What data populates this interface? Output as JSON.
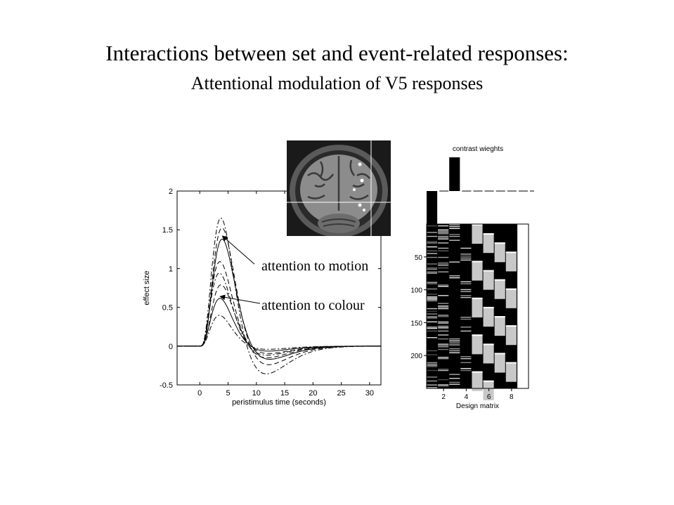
{
  "slide": {
    "title": "Interactions between set and event-related responses:",
    "subtitle": "Attentional modulation of V5 responses"
  },
  "annotations": {
    "motion": "attention to motion",
    "colour": "attention to colour"
  },
  "chart_data": [
    {
      "type": "line",
      "xlabel": "peristimulus time (seconds)",
      "ylabel": "effect size",
      "xlim": [
        -4,
        32
      ],
      "ylim": [
        -0.5,
        2
      ],
      "xticks": [
        0,
        5,
        10,
        15,
        20,
        25,
        30
      ],
      "yticks": [
        -0.5,
        0,
        0.5,
        1,
        1.5,
        2
      ],
      "ytick_labels": [
        "-0.5",
        "0",
        "0.5",
        "1",
        "1.5",
        "2"
      ],
      "grid": false,
      "series": [
        {
          "style": "dashdot",
          "peak_time": 3.8,
          "peak": 1.68,
          "undershoot": -0.42
        },
        {
          "style": "dashed",
          "peak_time": 4.0,
          "peak": 1.55,
          "undershoot": -0.3
        },
        {
          "style": "solid",
          "peak_time": 4.0,
          "peak": 1.4,
          "undershoot": -0.22
        },
        {
          "style": "dashed",
          "peak_time": 3.6,
          "peak": 1.1,
          "undershoot": -0.18
        },
        {
          "style": "dashdot",
          "peak_time": 3.5,
          "peak": 0.95,
          "undershoot": -0.14
        },
        {
          "style": "dashed",
          "peak_time": 3.8,
          "peak": 0.8,
          "undershoot": -0.12
        },
        {
          "style": "solid",
          "peak_time": 3.6,
          "peak": 0.62,
          "undershoot": -0.08
        },
        {
          "style": "dashdot",
          "peak_time": 3.5,
          "peak": 0.4,
          "undershoot": -0.05
        }
      ]
    },
    {
      "type": "heatmap",
      "title": "contrast wieghts",
      "xlabel": "Design matrix",
      "xticks": [
        2,
        4,
        6,
        8
      ],
      "yticks": [
        50,
        100,
        150,
        200
      ],
      "rows": 250,
      "columns": 9,
      "contrast_weights": [
        -1,
        0,
        1,
        0,
        0,
        0,
        0,
        0,
        0,
        0
      ]
    }
  ]
}
